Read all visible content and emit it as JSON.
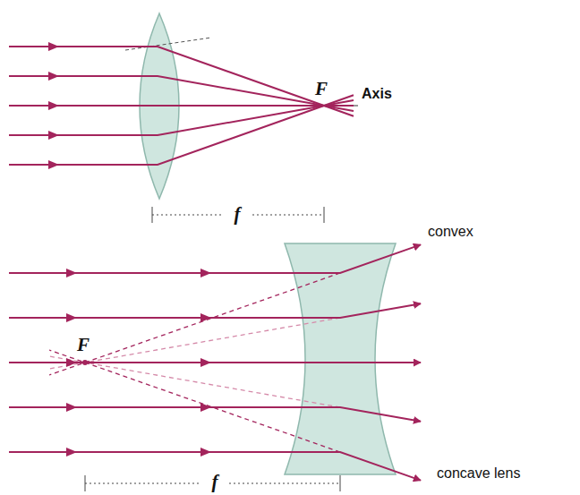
{
  "diagram": {
    "labels": [
      "F",
      "Axis",
      "f",
      "convex",
      "F",
      "f",
      "concave lens"
    ]
  }
}
